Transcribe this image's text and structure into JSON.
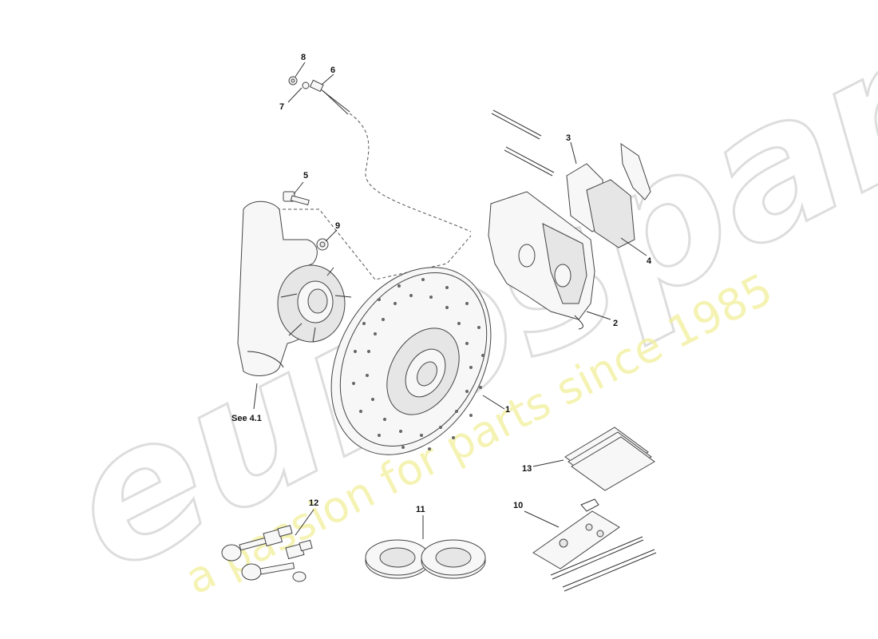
{
  "watermark": {
    "brand": "eurospares",
    "tagline": "a passion for parts since 1985",
    "colors": {
      "brand_outline": "#d8d8d8",
      "tagline": "#f2f09a"
    }
  },
  "callouts": [
    {
      "id": "1",
      "text": "1"
    },
    {
      "id": "2",
      "text": "2"
    },
    {
      "id": "3",
      "text": "3"
    },
    {
      "id": "4",
      "text": "4"
    },
    {
      "id": "5",
      "text": "5"
    },
    {
      "id": "6",
      "text": "6"
    },
    {
      "id": "7",
      "text": "7"
    },
    {
      "id": "8",
      "text": "8"
    },
    {
      "id": "9",
      "text": "9"
    },
    {
      "id": "10",
      "text": "10"
    },
    {
      "id": "11",
      "text": "11"
    },
    {
      "id": "12",
      "text": "12"
    },
    {
      "id": "13",
      "text": "13"
    },
    {
      "id": "see",
      "text": "See 4.1"
    }
  ]
}
